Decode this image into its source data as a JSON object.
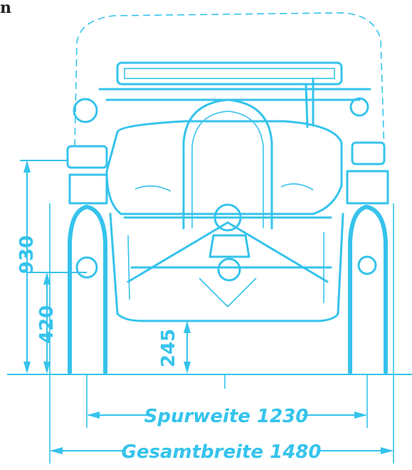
{
  "corner_fragment": "n",
  "colors": {
    "ink": "#35c3ec",
    "paper": "#ffffff"
  },
  "dimensions": {
    "overall_height": "930",
    "axle_height": "420",
    "ground_clearance": "245",
    "track_width": "Spurweite 1230",
    "overall_width": "Gesamtbreite 1480"
  }
}
